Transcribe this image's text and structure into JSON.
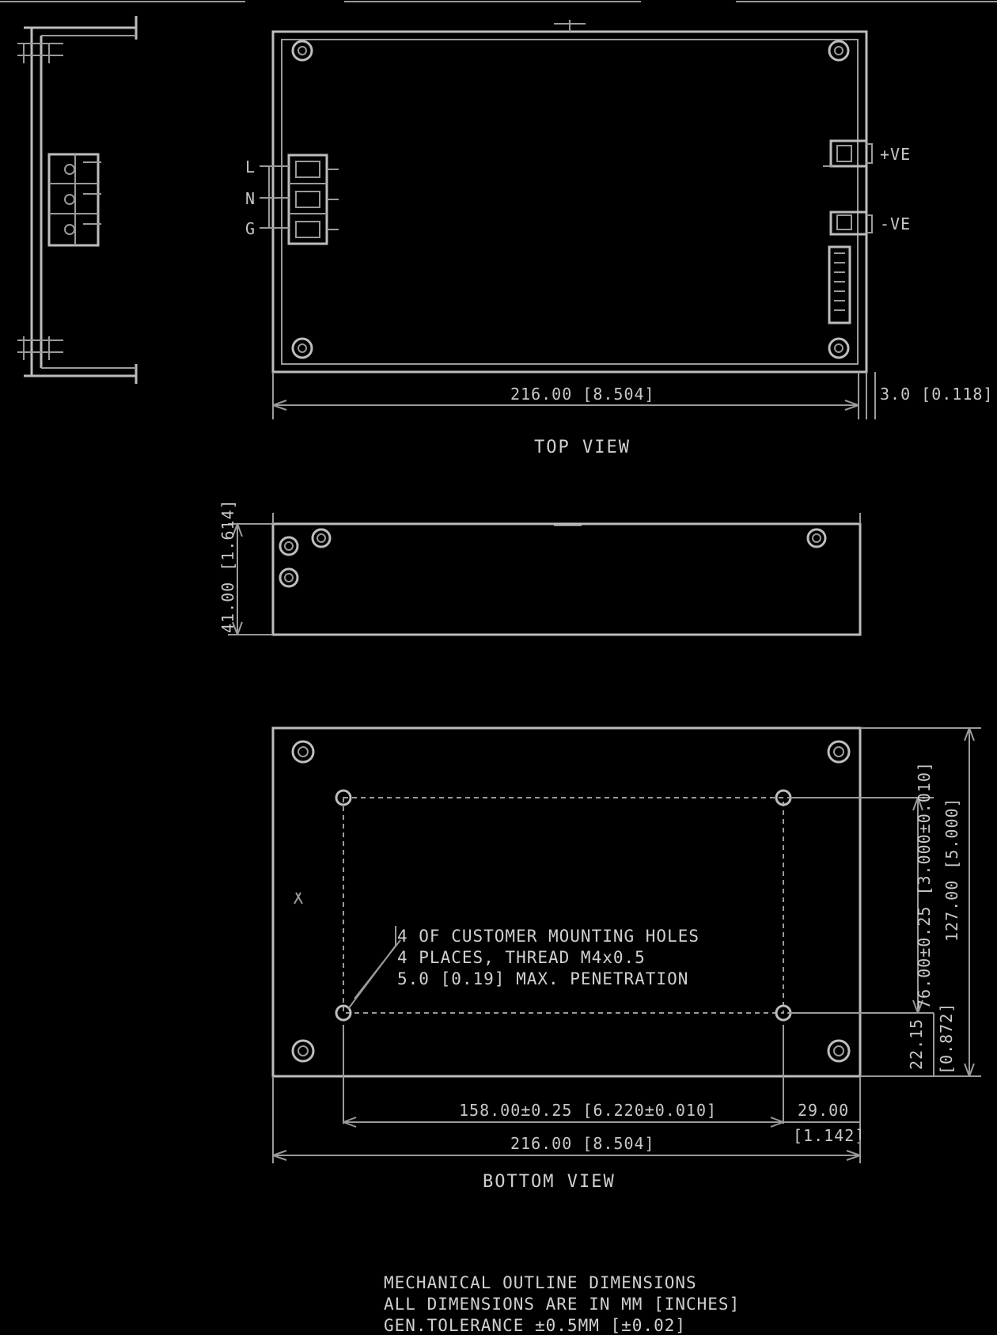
{
  "top_view": {
    "label": "TOP VIEW",
    "width_dim": "216.00 [8.504]",
    "side_dim": "3.0 [0.118]",
    "terminal_labels": [
      "L",
      "N",
      "G"
    ],
    "output_labels": [
      "+VE",
      "-VE"
    ]
  },
  "side_view": {
    "height_dim": "41.00 [1.614]"
  },
  "bottom_view": {
    "label": "BOTTOM VIEW",
    "hole_note": [
      "4 OF CUSTOMER MOUNTING HOLES",
      "4 PLACES, THREAD M4x0.5",
      "5.0 [0.19] MAX. PENETRATION"
    ],
    "hole_spacing_dim": "158.00±0.25 [6.220±0.010]",
    "offset_dim": "29.00",
    "offset_dim_in": "[1.142]",
    "width_dim": "216.00 [8.504]",
    "vert_hole_dim": "76.00±0.25 [3.000±0.010]",
    "height_dim": "127.00 [5.000]",
    "small_dim": "22.15",
    "small_dim_in": "[0.872]"
  },
  "notes": [
    "MECHANICAL OUTLINE DIMENSIONS",
    "ALL DIMENSIONS ARE IN MM [INCHES]",
    "GEN.TOLERANCE ±0.5MM [±0.02]"
  ]
}
